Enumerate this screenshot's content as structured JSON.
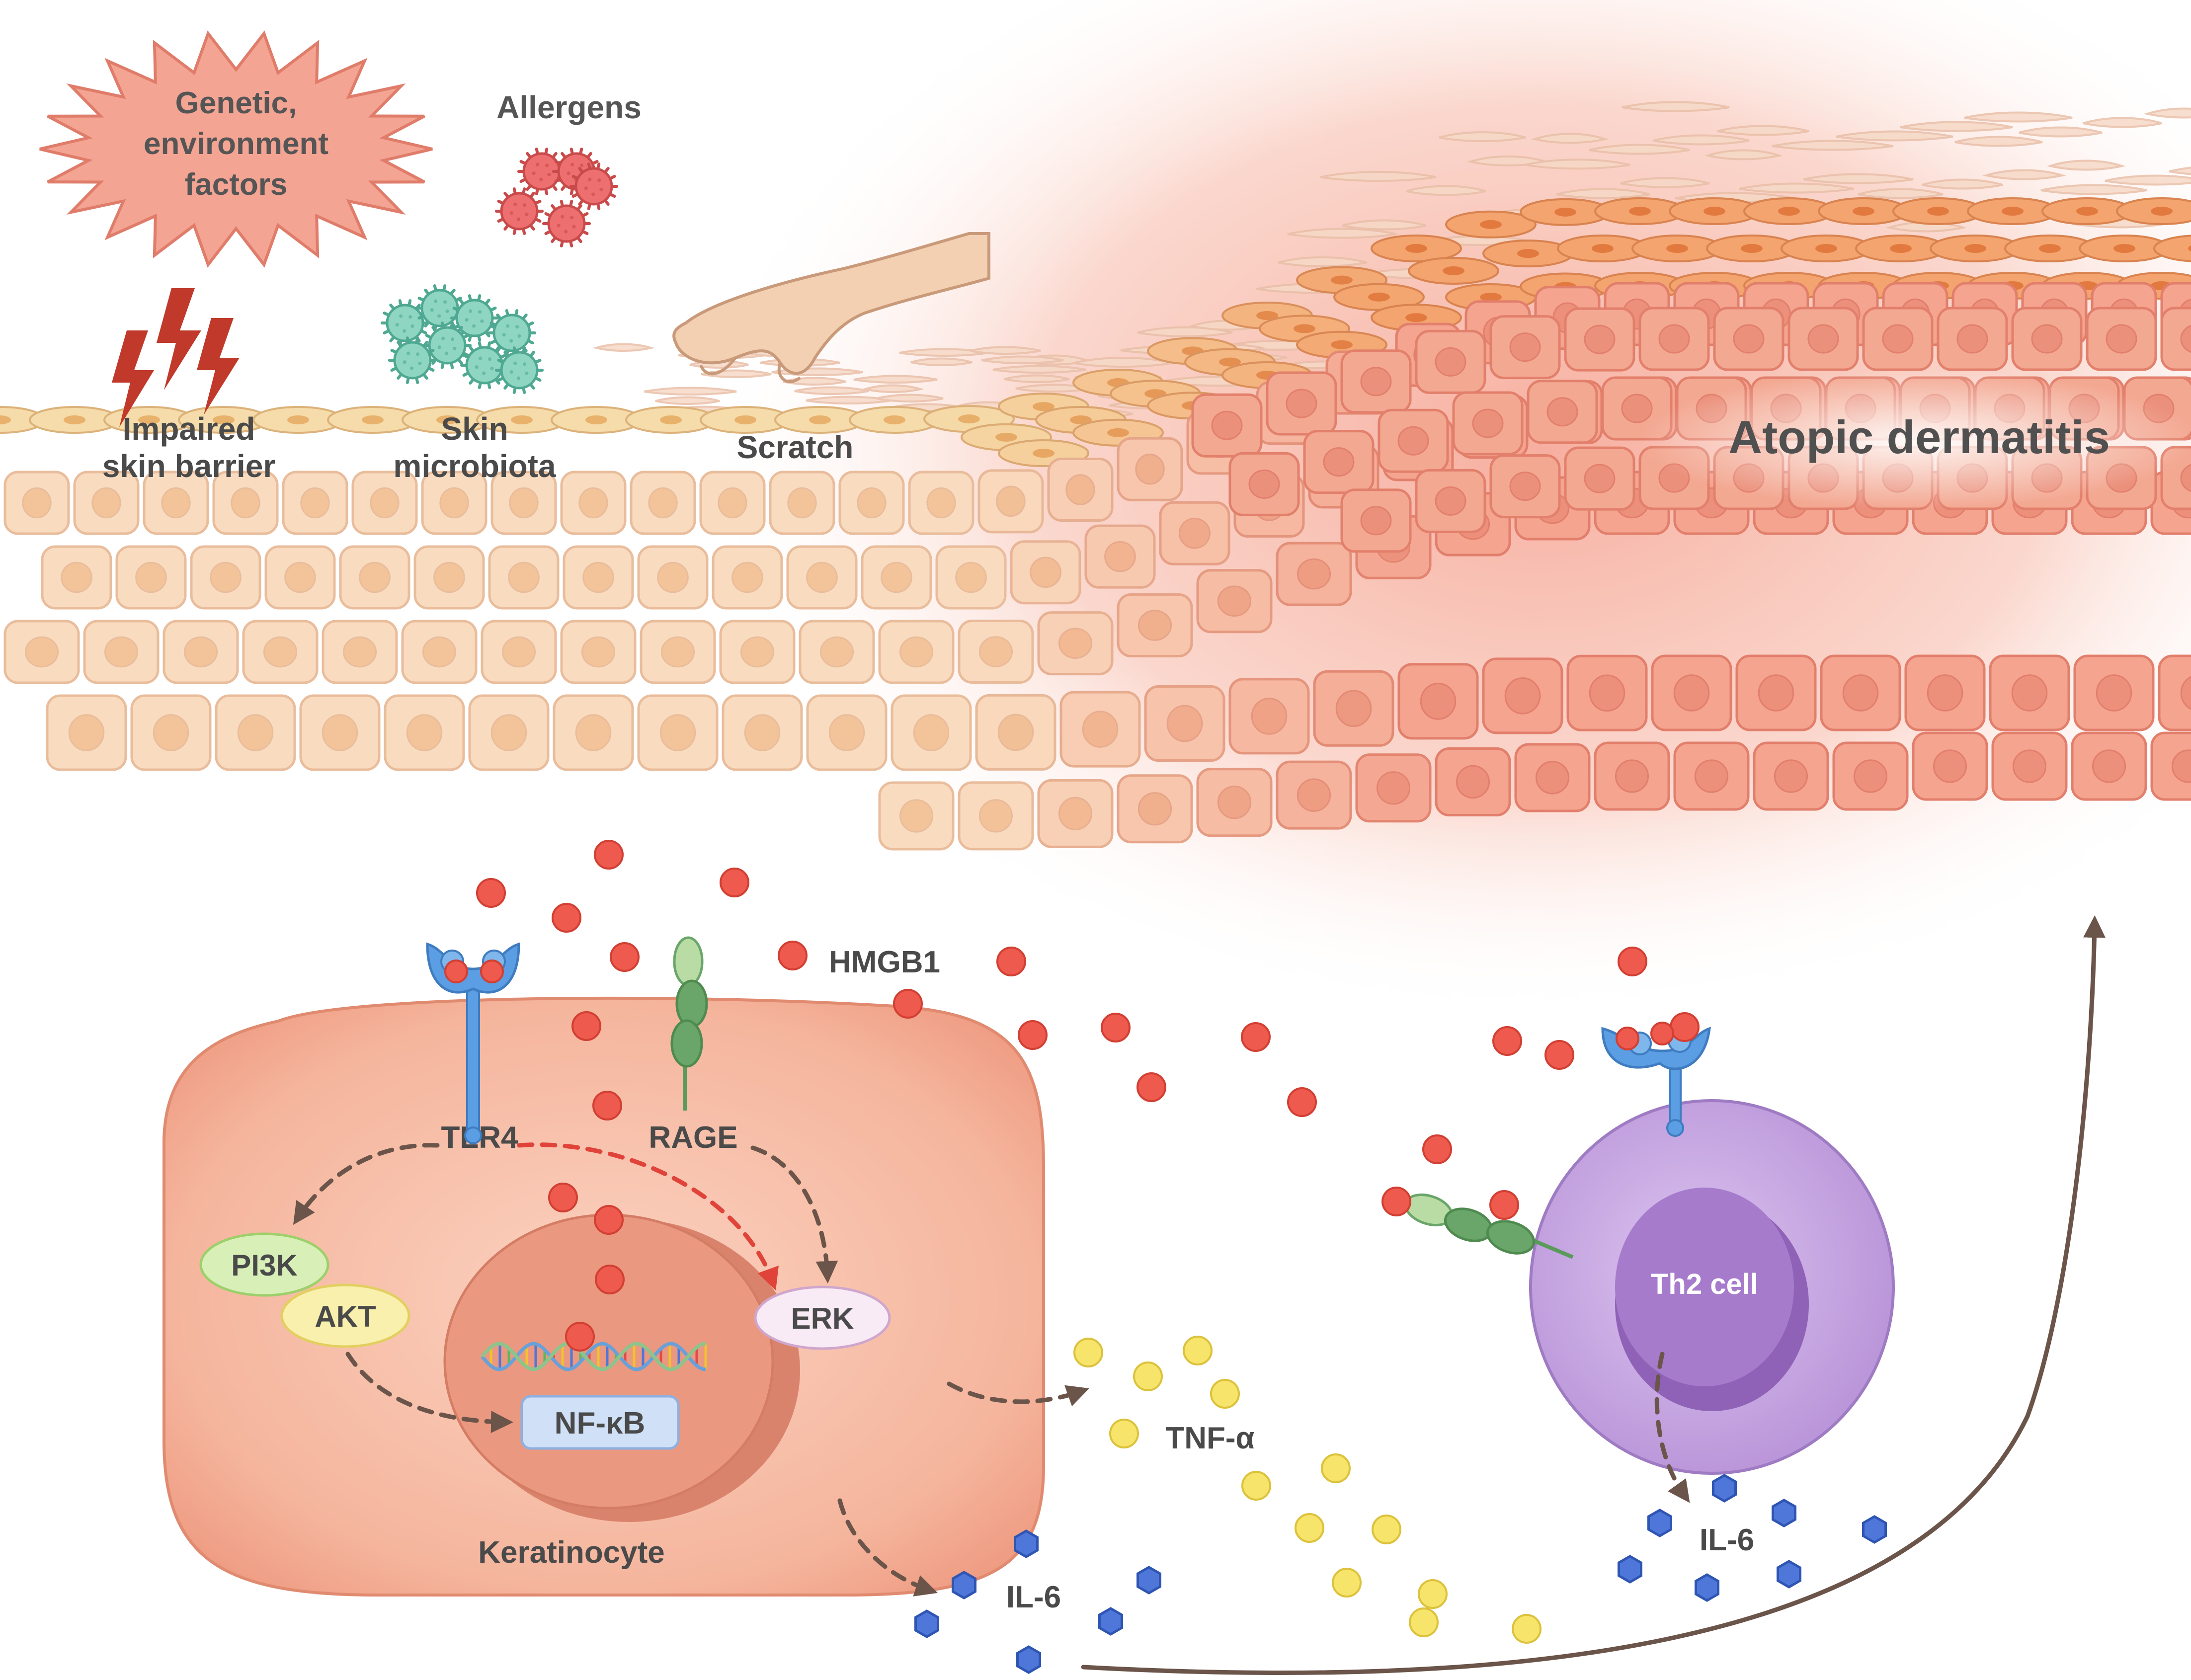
{
  "colors": {
    "skin_normal": "#f7d8b4",
    "skin_inflamed": "#f2a08a",
    "cell_keratinocyte": "#f3a98f",
    "nucleus": "#e98c74",
    "th2_cell": "#c8a8e2",
    "th2_nucleus": "#a77bc9",
    "hmgb1": "#ee5a4d",
    "tnf_alpha": "#f7e46a",
    "il6": "#4f77d9",
    "tlr4": "#5b9ee3",
    "rage": "#6aa66a",
    "arrow": "#6b5449",
    "arrow_red": "#e0433a"
  },
  "top": {
    "factors_label": [
      "Genetic,",
      "environment",
      "factors"
    ],
    "allergens_label": "Allergens",
    "impaired_label": [
      "Impaired",
      "skin barrier"
    ],
    "microbiota_label": [
      "Skin",
      "microbiota"
    ],
    "scratch_label": "Scratch",
    "disease_label": "Atopic dermatitis"
  },
  "pathway": {
    "hmgb1_label": "HMGB1",
    "tlr4_label": "TLR4",
    "rage_label": "RAGE",
    "pi3k_label": "PI3K",
    "akt_label": "AKT",
    "erk_label": "ERK",
    "nfkb_label": "NF-κB",
    "keratinocyte_label": "Keratinocyte",
    "tnf_label": "TNF-α",
    "il6_label_left": "IL-6",
    "il6_label_right": "IL-6",
    "th2_label": "Th2 cell"
  },
  "icons": [
    "starburst-icon",
    "allergen-particle-icon",
    "lightning-icon",
    "bacteria-icon",
    "hand-icon",
    "dna-icon",
    "receptor-icon"
  ]
}
